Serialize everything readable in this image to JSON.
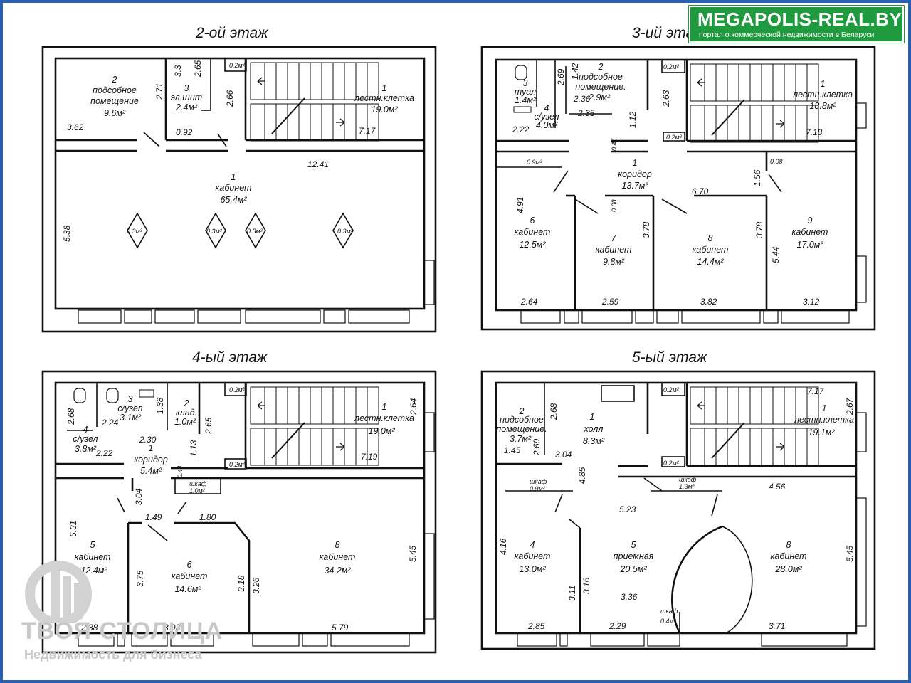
{
  "brand": {
    "name": "MEGAPOLIS-REAL.BY",
    "tagline": "портал о коммерческой недвижимости в Беларуси",
    "color": "#1f9a3e"
  },
  "watermark": {
    "name": "ТВОЯ СТОЛИЦА",
    "tagline": "Недвижимость для бизнеса",
    "icon": "building-logo-icon"
  },
  "frame_color": "#2b5fb0",
  "floors": [
    {
      "title": "2-ой этаж",
      "rooms": [
        {
          "n": "2",
          "lines": [
            "подсобное",
            "помещение"
          ],
          "area": "9.6м²"
        },
        {
          "n": "3",
          "lines": [
            "эл.щит"
          ],
          "area": "2.4м²"
        },
        {
          "n": "1",
          "lines": [
            "лестн.клетка"
          ],
          "area": "19.0м²"
        },
        {
          "n": "1",
          "lines": [
            "кабинет"
          ],
          "area": "65.4м²"
        }
      ],
      "dims": [
        "2.71",
        "3.62",
        "3.3",
        "2.65",
        "2.66",
        "0.92",
        "7.17",
        "12.41",
        "5.38"
      ],
      "small": [
        "0.2м²",
        "0.3м²",
        "0.3м²",
        "0.3м²",
        "0.3м²"
      ]
    },
    {
      "title": "3-ий этаж",
      "rooms": [
        {
          "n": "3",
          "lines": [
            "туал"
          ],
          "area": "1.4м²"
        },
        {
          "n": "4",
          "lines": [
            "с/узел"
          ],
          "area": "4.0м²"
        },
        {
          "n": "2",
          "lines": [
            "подсобное",
            "помещение."
          ],
          "area": "2.9м²"
        },
        {
          "n": "1",
          "lines": [
            "лестн.клетка"
          ],
          "area": "18.8м²"
        },
        {
          "n": "1",
          "lines": [
            "коридор"
          ],
          "area": "13.7м²"
        },
        {
          "n": "6",
          "lines": [
            "кабинет"
          ],
          "area": "12.5м²"
        },
        {
          "n": "7",
          "lines": [
            "кабинет"
          ],
          "area": "9.8м²"
        },
        {
          "n": "8",
          "lines": [
            "кабинет"
          ],
          "area": "14.4м²"
        },
        {
          "n": "9",
          "lines": [
            "кабинет"
          ],
          "area": "17.0м²"
        }
      ],
      "dims": [
        "2.69",
        "1.42",
        "2.36",
        "2.35",
        "2.22",
        "2.63",
        "1.12",
        "7.18",
        "0.45",
        "1.56",
        "0.08",
        "4.91",
        "0.08",
        "3.78",
        "6.70",
        "3.78",
        "5.44",
        "2.64",
        "2.59",
        "3.82",
        "3.12"
      ],
      "small": [
        "0.2м²",
        "0.2м²",
        "0.9м²"
      ]
    },
    {
      "title": "4-ый этаж",
      "rooms": [
        {
          "n": "3",
          "lines": [
            "с/узел"
          ],
          "area": "3.1м²"
        },
        {
          "n": "2",
          "lines": [
            "клад."
          ],
          "area": "1.0м²"
        },
        {
          "n": "4",
          "lines": [
            "с/узел"
          ],
          "area": "3.8м²"
        },
        {
          "n": "1",
          "lines": [
            "лестн.клетка"
          ],
          "area": "19.0м²"
        },
        {
          "n": "1",
          "lines": [
            "коридор"
          ],
          "area": "5.4м²"
        },
        {
          "n": "5",
          "lines": [
            "кабинет"
          ],
          "area": "12.4м²"
        },
        {
          "n": "6",
          "lines": [
            "кабинет"
          ],
          "area": "14.6м²"
        },
        {
          "n": "8",
          "lines": [
            "кабинет"
          ],
          "area": "34.2м²"
        }
      ],
      "dims": [
        "2.68",
        "2.24",
        "1.38",
        "2.30",
        "2.22",
        "2.65",
        "1.13",
        "2.64",
        "7.19",
        "0.44",
        "3.04",
        "1.49",
        "1.80",
        "5.31",
        "3.75",
        "3.18",
        "3.26",
        "5.45",
        "2.38",
        "3.93",
        "5.79"
      ],
      "small": [
        "0.2м²",
        "0.2м²",
        "шкаф",
        "1.0м²"
      ]
    },
    {
      "title": "5-ый этаж",
      "rooms": [
        {
          "n": "2",
          "lines": [
            "подсобное",
            "помещение."
          ],
          "area": "3.7м²"
        },
        {
          "n": "1",
          "lines": [
            "холл"
          ],
          "area": "8.3м²"
        },
        {
          "n": "1",
          "lines": [
            "лестн.клетка"
          ],
          "area": "19.1м²"
        },
        {
          "n": "4",
          "lines": [
            "кабинет"
          ],
          "area": "13.0м²"
        },
        {
          "n": "5",
          "lines": [
            "приемная"
          ],
          "area": "20.5м²"
        },
        {
          "n": "8",
          "lines": [
            "кабинет"
          ],
          "area": "28.0м²"
        }
      ],
      "dims": [
        "2.68",
        "1.45",
        "2.69",
        "3.04",
        "4.85",
        "7.17",
        "2.67",
        "4.56",
        "5.23",
        "4.16",
        "3.11",
        "3.16",
        "3.36",
        "5.45",
        "2.85",
        "2.29",
        "3.71"
      ],
      "small": [
        "0.2м²",
        "0.2м²",
        "шкаф",
        "0.9м²",
        "шкаф",
        "1.3м²",
        "шкаф",
        "0.4м²"
      ]
    }
  ]
}
